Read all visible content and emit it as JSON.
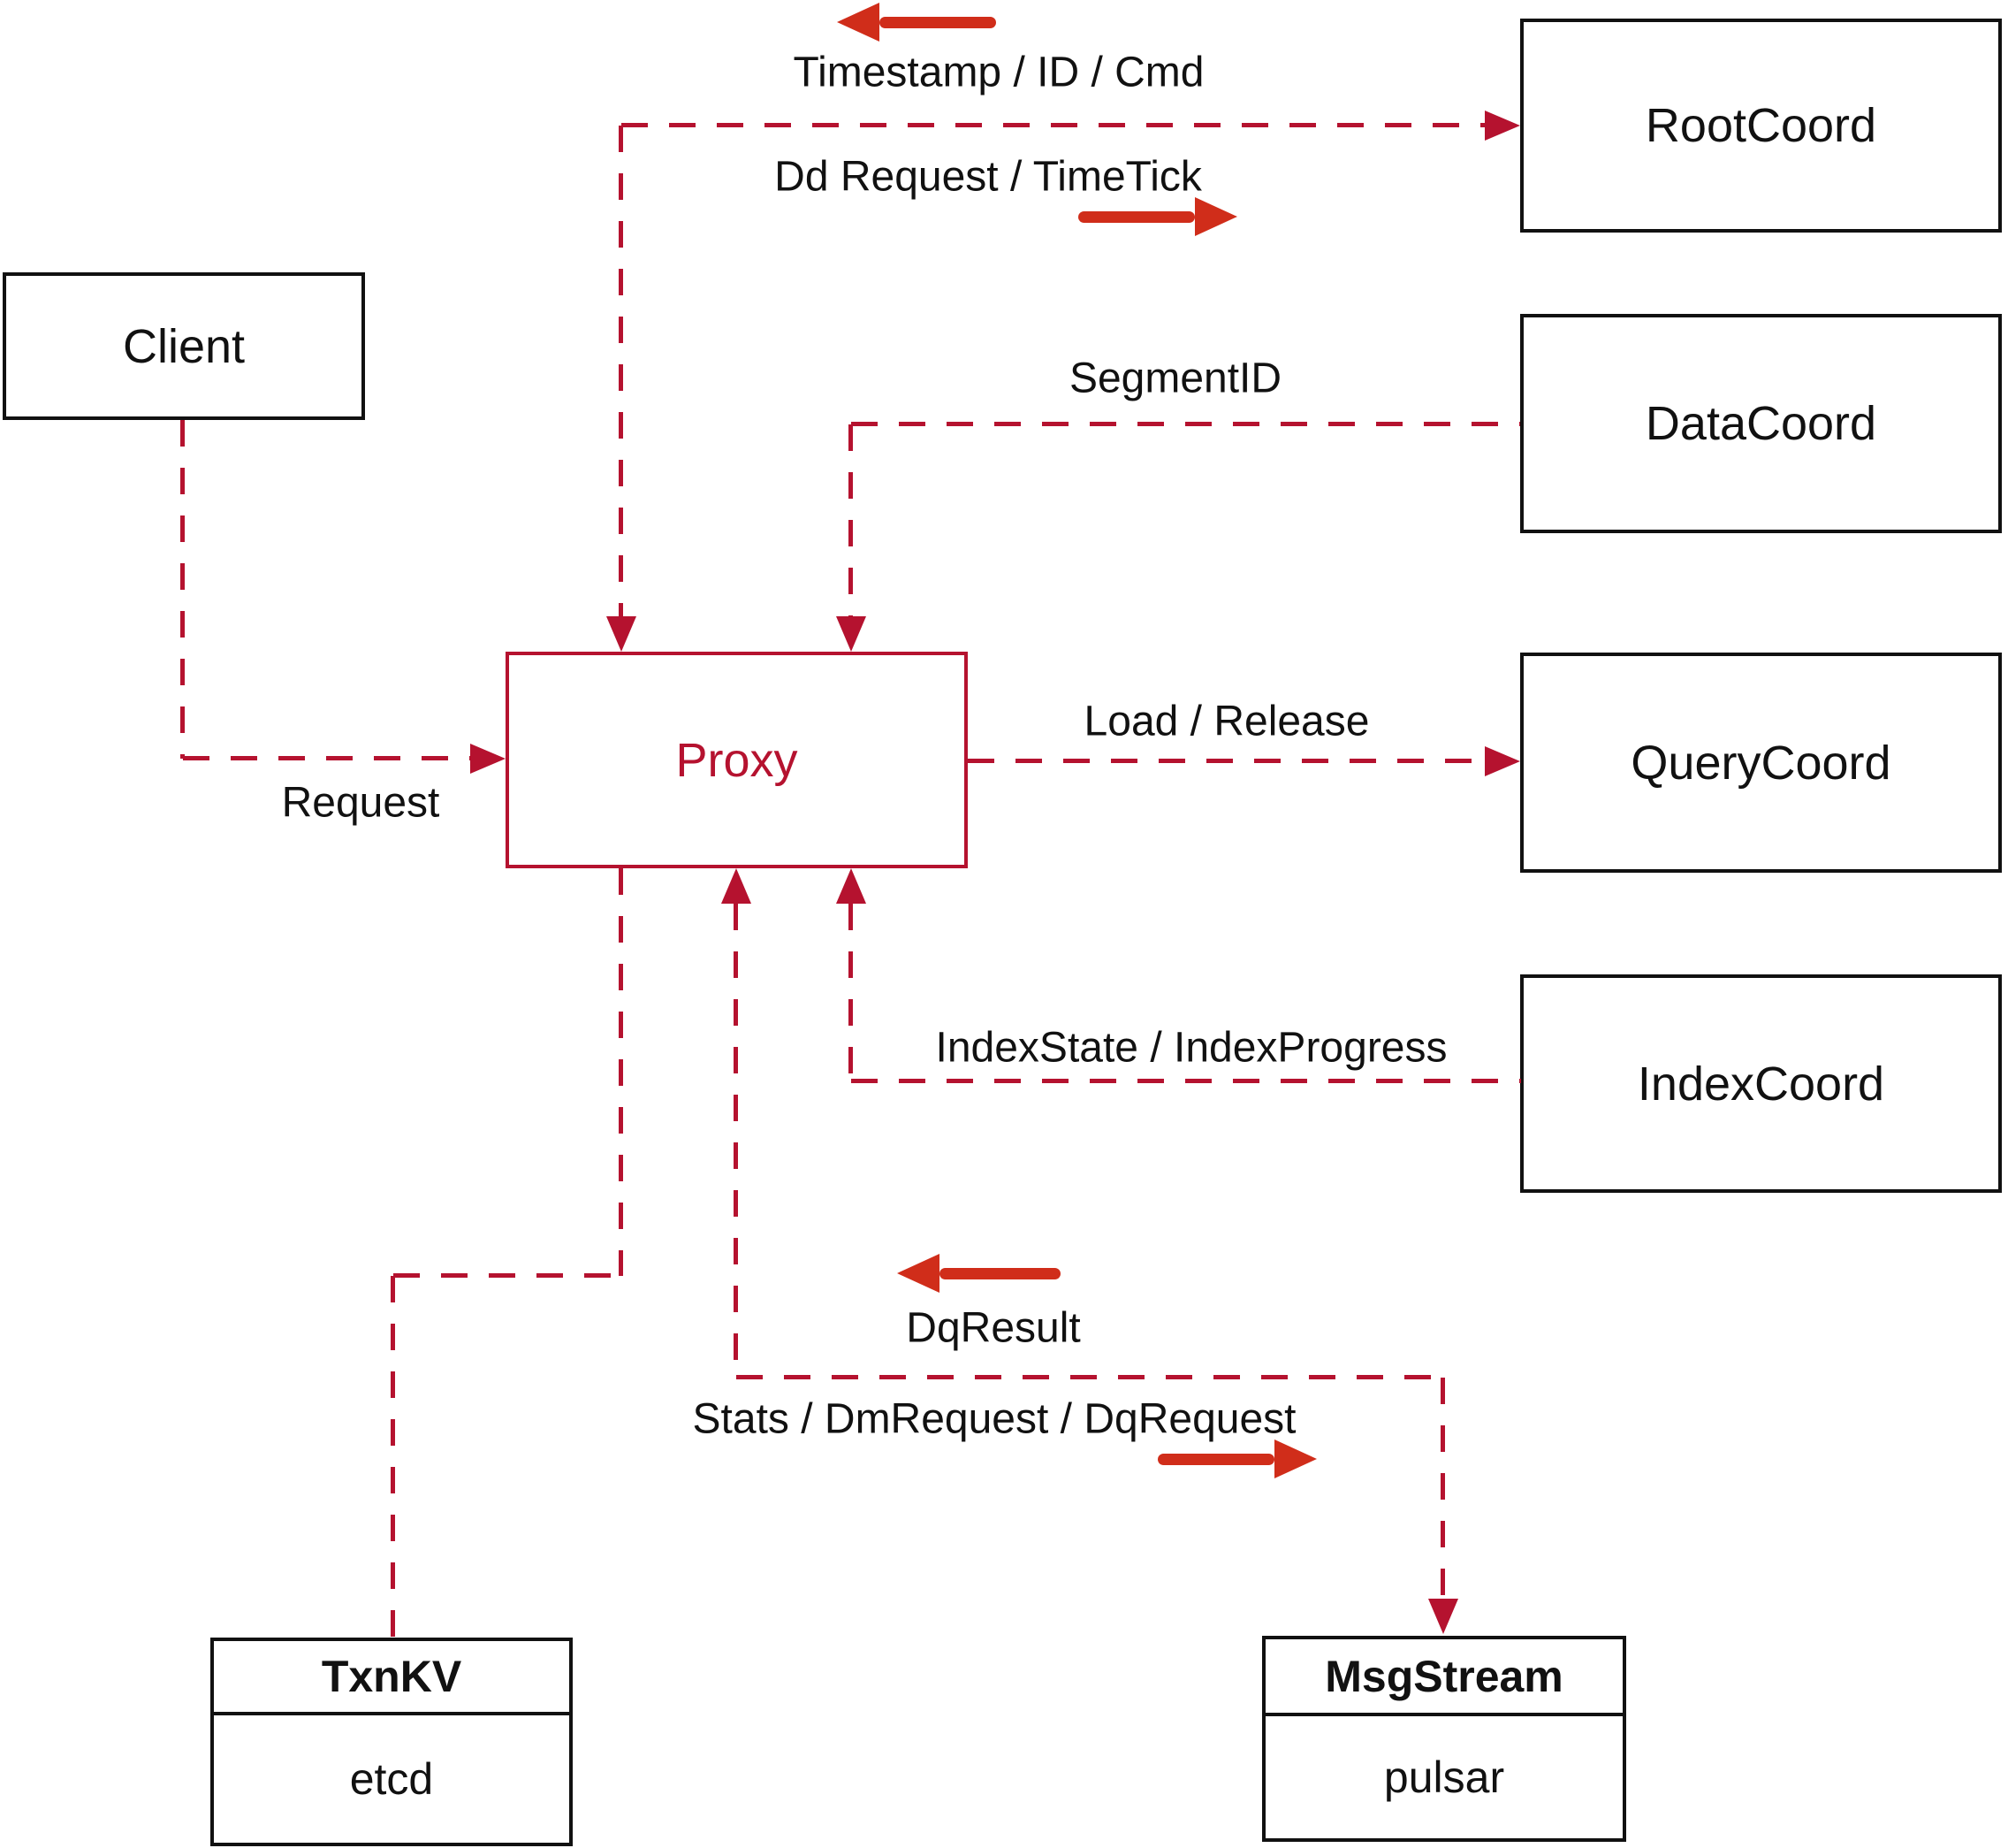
{
  "colors": {
    "crimson": "#b5122f",
    "arrow_red": "#d02d1a",
    "ink": "#111111"
  },
  "nodes": {
    "client": {
      "label": "Client"
    },
    "proxy": {
      "label": "Proxy"
    },
    "rootcoord": {
      "label": "RootCoord"
    },
    "datacoord": {
      "label": "DataCoord"
    },
    "querycoord": {
      "label": "QueryCoord"
    },
    "indexcoord": {
      "label": "IndexCoord"
    },
    "txnkv": {
      "title": "TxnKV",
      "body": "etcd"
    },
    "msgstream": {
      "title": "MsgStream",
      "body": "pulsar"
    }
  },
  "edge_labels": {
    "timestamp_id_cmd": "Timestamp / ID / Cmd",
    "dd_request_timetick": "Dd Request / TimeTick",
    "segment_id": "SegmentID",
    "request": "Request",
    "load_release": "Load / Release",
    "indexstate_indexprogress": "IndexState / IndexProgress",
    "dq_result": "DqResult",
    "stats_dm_dq": "Stats / DmRequest / DqRequest"
  }
}
